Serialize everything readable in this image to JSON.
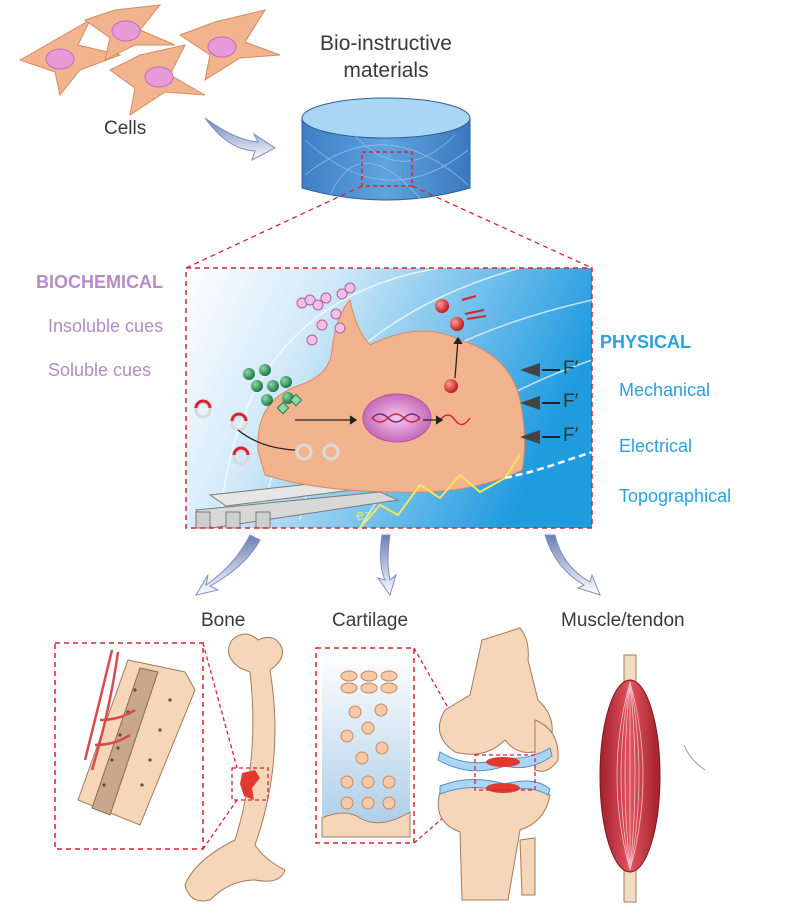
{
  "top": {
    "cells_label": "Cells",
    "materials_label": "Bio-instructive materials"
  },
  "biochemical": {
    "heading": "BIOCHEMICAL",
    "items": [
      "Insoluble cues",
      "Soluble cues"
    ]
  },
  "physical": {
    "heading": "PHYSICAL",
    "items": [
      "Mechanical",
      "Electrical",
      "Topographical"
    ]
  },
  "forces": [
    "F′",
    "F′",
    "F′"
  ],
  "electron_label": "e⁻",
  "tissues": [
    "Bone",
    "Cartilage",
    "Muscle/tendon"
  ],
  "colors": {
    "biochemical": "#b48cc6",
    "physical": "#2aa1db",
    "zoom_box": "#d9232e",
    "cell": "#f2b48f",
    "scaffold": "#4f90cf",
    "muscle": "#c8303d",
    "bone": "#f5d6b8"
  }
}
